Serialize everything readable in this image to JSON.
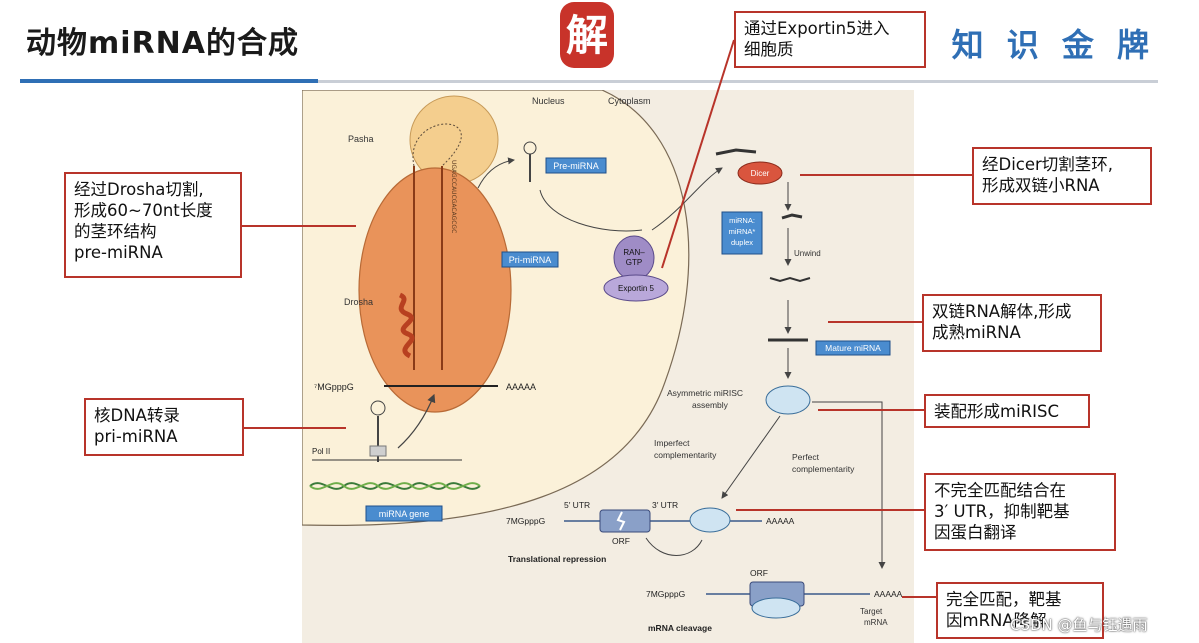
{
  "header": {
    "title": "动物miRNA的合成",
    "brand": "知 识 金 牌",
    "seal_char": "解"
  },
  "diagram": {
    "nucleus": "Nucleus",
    "cytoplasm": "Cytoplasm",
    "pasha": "Pasha",
    "drosha": "Drosha",
    "pre_mirna": "Pre-miRNA",
    "pri_mirna": "Pri-miRNA",
    "ran_gtp": "RAN-GTP",
    "ran_line1": "RAN–",
    "ran_line2": "GTP",
    "exportin": "Exportin 5",
    "dicer": "Dicer",
    "duplex": "miRNA: miRNA* duplex",
    "duplex_l1": "miRNA:",
    "duplex_l2": "miRNA*",
    "duplex_l3": "duplex",
    "unwind": "Unwind",
    "mature": "Mature miRNA",
    "asym_l1": "Asymmetric miRISC",
    "asym_l2": "assembly",
    "cap": "⁷MGpppG",
    "cap2": "7MGpppG",
    "polya": "AAAAA",
    "pol2": "Pol II",
    "gene": "miRNA gene",
    "imperfect_l1": "Imperfect",
    "imperfect_l2": "complementarity",
    "perfect_l1": "Perfect",
    "perfect_l2": "complementarity",
    "utr5": "5′ UTR",
    "utr3": "3′ UTR",
    "orf": "ORF",
    "repression": "Translational repression",
    "cleavage": "mRNA cleavage",
    "target_l1": "Target",
    "target_l2": "mRNA",
    "loop_seq": "UGAGCCAUCGACAGCGC"
  },
  "callouts": {
    "exportin": "通过Exportin5进入\n细胞质",
    "drosha": "经过Drosha切割,\n形成60~70nt长度\n的茎环结构\npre-miRNA",
    "dicer": "经Dicer切割茎环,\n形成双链小RNA",
    "unwind": "双链RNA解体,形成\n成熟miRNA",
    "risc": "装配形成miRISC",
    "transcription": "核DNA转录\npri-miRNA",
    "imperfect": "不完全匹配结合在\n3′ UTR，抑制靶基\n因蛋白翻译",
    "perfect": "完全匹配，靶基\n因mRNA降解"
  },
  "watermark": "CSDN @鱼与钰遇雨",
  "colors": {
    "accent_blue": "#2f6fb5",
    "callout_border": "#b8342a",
    "figure_bg": "#f3ede2",
    "nucleus_fill": "#fbf1d9",
    "drosha_fill": "#e9935a",
    "dicer_fill": "#d9553e",
    "label_box": "#4a8ccf"
  }
}
